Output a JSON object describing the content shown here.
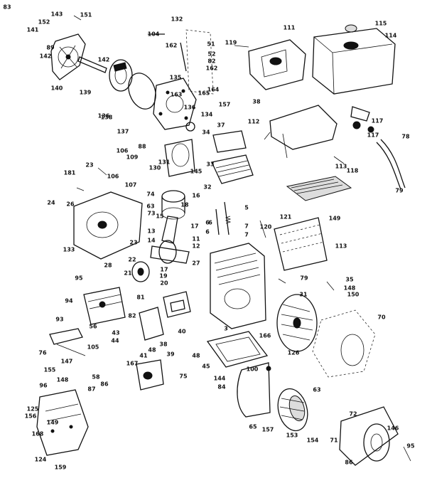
{
  "labels": [
    "143",
    "151",
    "141",
    "152",
    "89",
    "142",
    "140",
    "139",
    "142",
    "136",
    "137",
    "88",
    "138",
    "135",
    "163",
    "136",
    "134",
    "104",
    "132",
    "162",
    "51",
    "52",
    "82",
    "162",
    "165",
    "164",
    "119",
    "111",
    "115",
    "114",
    "38",
    "117",
    "112",
    "117",
    "78",
    "157",
    "37",
    "34",
    "113",
    "118",
    "79",
    "149",
    "106",
    "109",
    "23",
    "181",
    "106",
    "130",
    "131",
    "145",
    "33",
    "24",
    "26",
    "107",
    "74",
    "16",
    "32",
    "18",
    "63",
    "73",
    "5",
    "15",
    "6",
    "7",
    "6",
    "6",
    "7",
    "17",
    "121",
    "120",
    "113",
    "133",
    "13",
    "14",
    "11",
    "12",
    "22",
    "27",
    "23",
    "28",
    "21",
    "17",
    "19",
    "20",
    "95",
    "79",
    "35",
    "148",
    "150",
    "81",
    "31",
    "94",
    "82",
    "93",
    "56",
    "43",
    "44",
    "40",
    "38",
    "39",
    "3",
    "166",
    "70",
    "48",
    "76",
    "105",
    "147",
    "41",
    "48",
    "45",
    "155",
    "167",
    "75",
    "100",
    "126",
    "58",
    "148",
    "96",
    "87",
    "86",
    "149",
    "144",
    "84",
    "65",
    "63",
    "125",
    "156",
    "157",
    "153",
    "154",
    "71",
    "72",
    "146",
    "168",
    "95",
    "124",
    "159",
    "86",
    "83"
  ]
}
